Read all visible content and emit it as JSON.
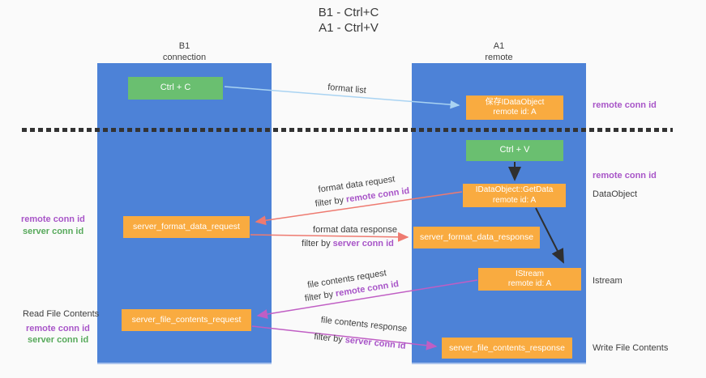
{
  "title": {
    "line1": "B1 - Ctrl+C",
    "line2": "A1 - Ctrl+V"
  },
  "lanes": {
    "left": {
      "name": "B1",
      "role": "connection"
    },
    "right": {
      "name": "A1",
      "role": "remote"
    }
  },
  "nodes": {
    "ctrl_c": {
      "label": "Ctrl + C"
    },
    "ctrl_v": {
      "label": "Ctrl + V"
    },
    "save_idataobject": {
      "line1": "保存IDataObject",
      "line2": "remote id: A"
    },
    "idataobject_getdata": {
      "line1": "IDataObject::GetData",
      "line2": "remote id: A"
    },
    "istream": {
      "line1": "IStream",
      "line2": "remote id: A"
    },
    "server_format_data_request": {
      "label": "server_format_data_request"
    },
    "server_format_data_response": {
      "label": "server_format_data_response"
    },
    "server_file_contents_request": {
      "label": "server_file_contents_request"
    },
    "server_file_contents_response": {
      "label": "server_file_contents_response"
    }
  },
  "edge_labels": {
    "format_list": "format list",
    "format_data_request": "format data request",
    "format_data_response": "format data response",
    "file_contents_request": "file contents request",
    "file_contents_response": "file contents response",
    "filter_by": "filter by ",
    "remote_conn_id": "remote conn id",
    "server_conn_id": "server conn id"
  },
  "side_labels": {
    "remote_conn_id_top_right": "remote conn id",
    "remote_conn_id_mid_right": "remote conn id",
    "dataobject": "DataObject",
    "istream": "Istream",
    "write_file_contents": "Write File Contents",
    "read_file_contents": "Read File Contents",
    "remote_conn_id_left_mid": "remote conn id",
    "server_conn_id_left_mid": "server conn id",
    "remote_conn_id_left_bottom": "remote conn id",
    "server_conn_id_left_bottom": "server conn id"
  },
  "colors": {
    "background": "#fafafa",
    "lane_blue": "#4d82d7",
    "box_green": "#6abf70",
    "box_orange": "#f9ab40",
    "label_purple": "#a855c8",
    "label_green": "#57a95b",
    "arrow_salmon": "#ee7a70",
    "arrow_magenta": "#c05ec4",
    "arrow_lightblue": "#a9d3f2",
    "arrow_black": "#2f2f2f",
    "text_dark": "#3d3d3d"
  }
}
